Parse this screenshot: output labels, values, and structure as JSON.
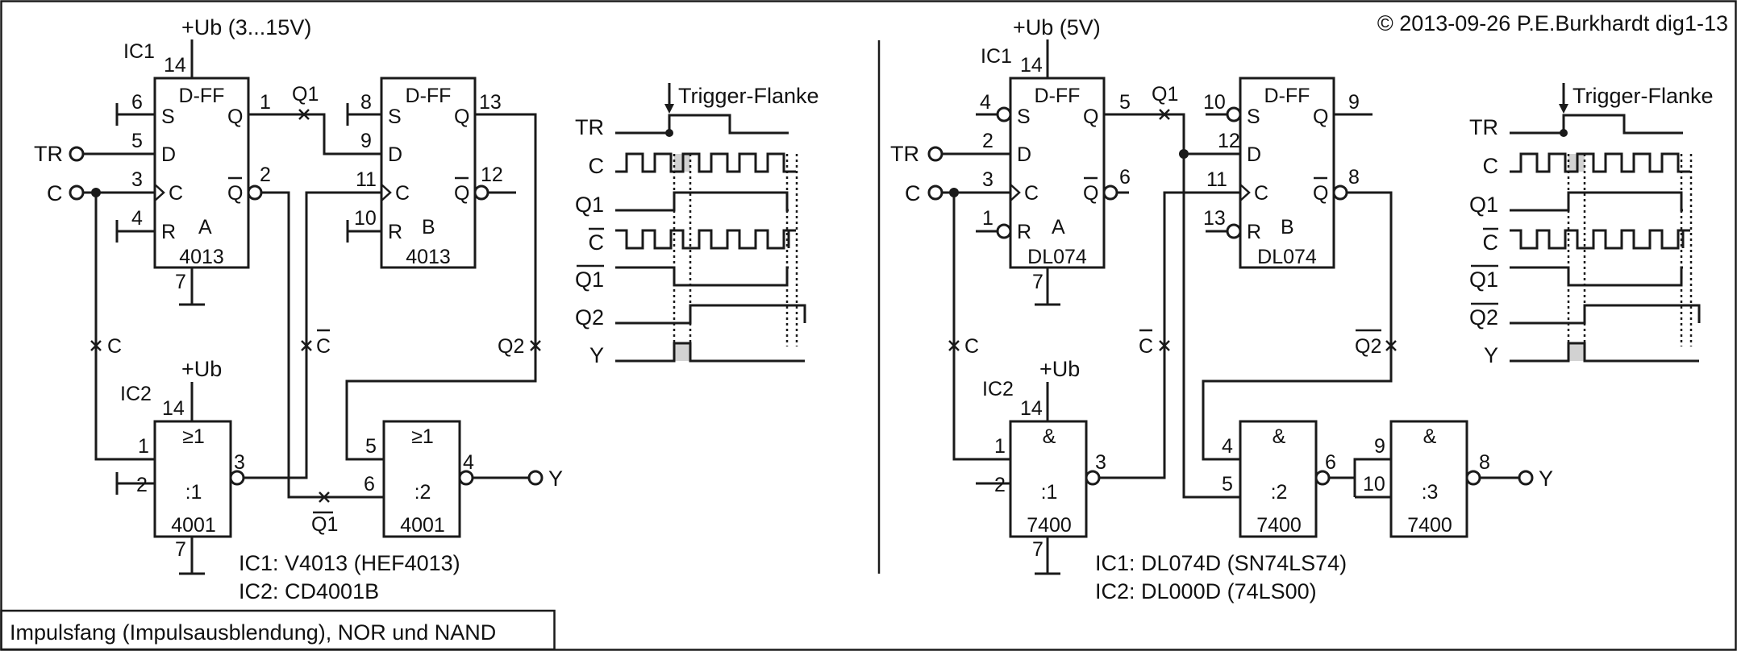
{
  "copyright": "© 2013-09-26 P.E.Burkhardt dig1-13",
  "caption": "Impulsfang (Impulsausblendung), NOR und NAND",
  "left": {
    "supply": "+Ub (3...15V)",
    "supply2": "+Ub",
    "ic1": "IC1",
    "ic2": "IC2",
    "ffA": {
      "type": "D-FF",
      "S": "S",
      "D": "D",
      "C": "C",
      "R": "R",
      "Q": "Q",
      "Qn": "Q",
      "name": "A",
      "part": "4013",
      "pinS": "6",
      "pinD": "5",
      "pinC": "3",
      "pinR": "4",
      "pinQ": "1",
      "pinQn": "2",
      "pinVcc": "14",
      "pinGnd": "7"
    },
    "ffB": {
      "type": "D-FF",
      "S": "S",
      "D": "D",
      "C": "C",
      "R": "R",
      "Q": "Q",
      "Qn": "Q",
      "name": "B",
      "part": "4013",
      "pinS": "8",
      "pinD": "9",
      "pinC": "11",
      "pinR": "10",
      "pinQ": "13",
      "pinQn": "12"
    },
    "g1": {
      "sym": "≥1",
      "name": ":1",
      "part": "4001",
      "pinA": "1",
      "pinB": "2",
      "pinY": "3",
      "pinVcc": "14",
      "pinGnd": "7"
    },
    "g2": {
      "sym": "≥1",
      "name": ":2",
      "part": "4001",
      "pinA": "5",
      "pinB": "6",
      "pinY": "4"
    },
    "in_tr": "TR",
    "in_c": "C",
    "out_y": "Y",
    "net_q1": "Q1",
    "net_c": "C",
    "net_cn": "C",
    "net_q2": "Q2",
    "net_q1n": "Q1",
    "ic1_note": "IC1: V4013 (HEF4013)",
    "ic2_note": "IC2: CD4001B"
  },
  "right": {
    "supply": "+Ub (5V)",
    "supply2": "+Ub",
    "ic1": "IC1",
    "ic2": "IC2",
    "ffA": {
      "type": "D-FF",
      "S": "S",
      "D": "D",
      "C": "C",
      "R": "R",
      "Q": "Q",
      "Qn": "Q",
      "name": "A",
      "part": "DL074",
      "pinS": "4",
      "pinD": "2",
      "pinC": "3",
      "pinR": "1",
      "pinQ": "5",
      "pinQn": "6",
      "pinVcc": "14",
      "pinGnd": "7"
    },
    "ffB": {
      "type": "D-FF",
      "S": "S",
      "D": "D",
      "C": "C",
      "R": "R",
      "Q": "Q",
      "Qn": "Q",
      "name": "B",
      "part": "DL074",
      "pinS": "10",
      "pinD": "12",
      "pinC": "11",
      "pinR": "13",
      "pinQ": "9",
      "pinQn": "8"
    },
    "g1": {
      "sym": "&",
      "name": ":1",
      "part": "7400",
      "pinA": "1",
      "pinB": "2",
      "pinY": "3",
      "pinVcc": "14",
      "pinGnd": "7"
    },
    "g2": {
      "sym": "&",
      "name": ":2",
      "part": "7400",
      "pinA": "4",
      "pinB": "5",
      "pinY": "6"
    },
    "g3": {
      "sym": "&",
      "name": ":3",
      "part": "7400",
      "pinA": "9",
      "pinB": "10",
      "pinY": "8"
    },
    "in_tr": "TR",
    "in_c": "C",
    "out_y": "Y",
    "net_q1": "Q1",
    "net_c": "C",
    "net_cn": "C",
    "net_q2": "Q2",
    "ic1_note": "IC1: DL074D (SN74LS74)",
    "ic2_note": "IC2: DL000D (74LS00)"
  },
  "timing": {
    "trigger": "Trigger-Flanke",
    "left_signals": [
      "TR",
      "C",
      "Q1",
      "C",
      "Q1",
      "Q2",
      "Y"
    ],
    "right_signals": [
      "TR",
      "C",
      "Q1",
      "C",
      "Q1",
      "Q2",
      "Y"
    ]
  }
}
